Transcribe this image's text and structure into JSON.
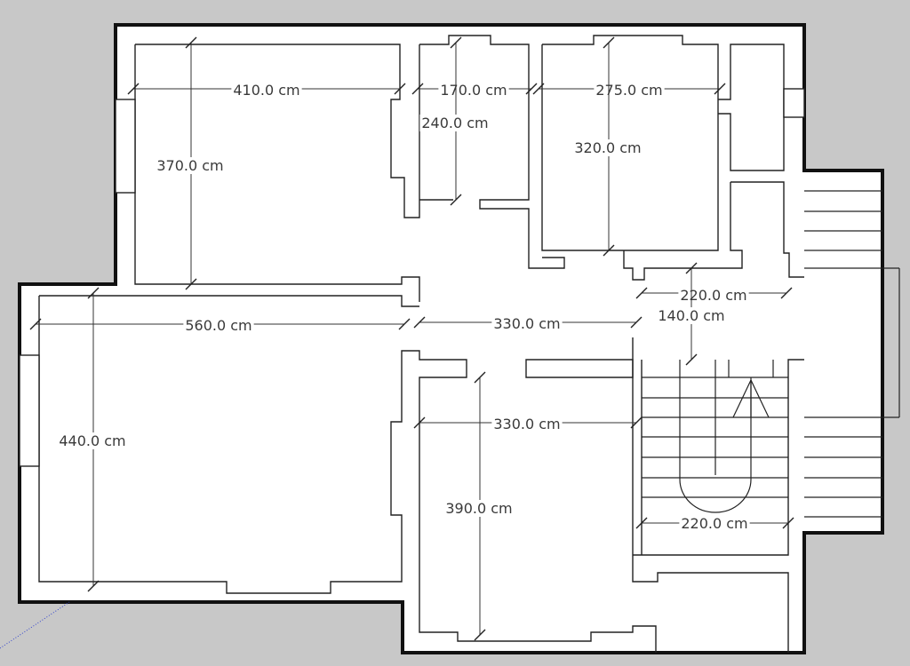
{
  "plan": {
    "background_color": "#c8c8c8",
    "floor_color": "#ffffff",
    "wall_color": "#1a1a1a",
    "dimensions": [
      {
        "label": "410.0 cm"
      },
      {
        "label": "170.0 cm"
      },
      {
        "label": "275.0 cm"
      },
      {
        "label": "240.0 cm"
      },
      {
        "label": "370.0 cm"
      },
      {
        "label": "320.0 cm"
      },
      {
        "label": "220.0 cm"
      },
      {
        "label": "140.0 cm"
      },
      {
        "label": "560.0 cm"
      },
      {
        "label": "330.0 cm"
      },
      {
        "label": "330.0 cm"
      },
      {
        "label": "440.0 cm"
      },
      {
        "label": "390.0 cm"
      },
      {
        "label": "220.0 cm"
      }
    ]
  }
}
